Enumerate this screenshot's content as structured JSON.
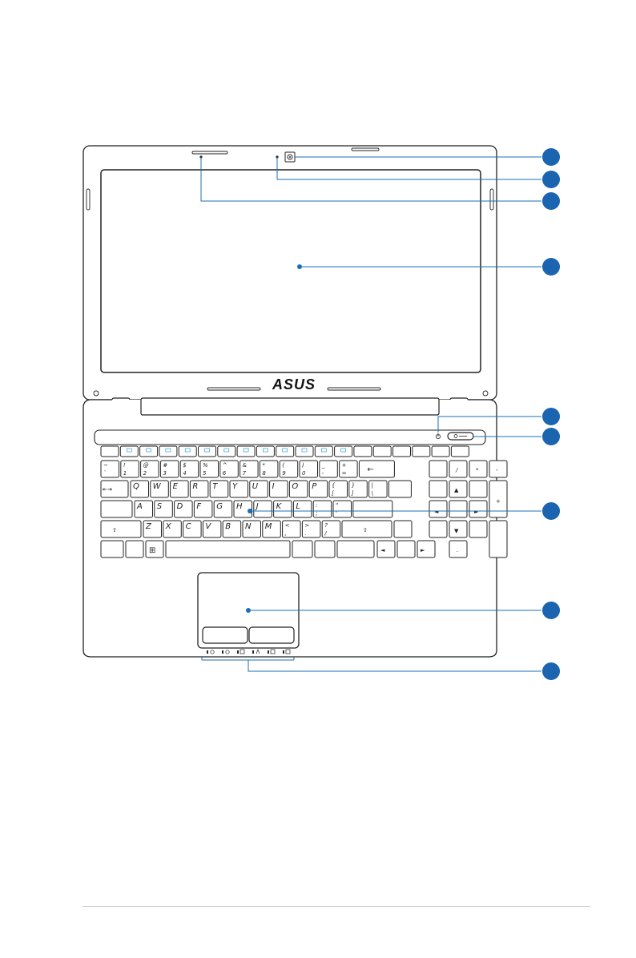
{
  "brand": {
    "logo_text": "ASUS"
  },
  "keyboard": {
    "row1": [
      {
        "top": "~",
        "bottom": "`"
      },
      {
        "top": "!",
        "bottom": "1"
      },
      {
        "top": "@",
        "bottom": "2"
      },
      {
        "top": "#",
        "bottom": "3"
      },
      {
        "top": "$",
        "bottom": "4"
      },
      {
        "top": "%",
        "bottom": "5"
      },
      {
        "top": "^",
        "bottom": "6"
      },
      {
        "top": "&",
        "bottom": "7"
      },
      {
        "top": "*",
        "bottom": "8"
      },
      {
        "top": "(",
        "bottom": "9"
      },
      {
        "top": ")",
        "bottom": "0"
      },
      {
        "top": "_",
        "bottom": "-"
      },
      {
        "top": "+",
        "bottom": "="
      }
    ],
    "row2": [
      "Q",
      "W",
      "E",
      "R",
      "T",
      "Y",
      "U",
      "I",
      "O",
      "P"
    ],
    "row2_extra": [
      {
        "top": "{",
        "bottom": "["
      },
      {
        "top": "}",
        "bottom": "]"
      },
      {
        "top": "|",
        "bottom": "\\"
      }
    ],
    "row3": [
      "A",
      "S",
      "D",
      "F",
      "G",
      "H",
      "J",
      "K",
      "L"
    ],
    "row3_extra": [
      {
        "top": ":",
        "bottom": ";"
      },
      {
        "top": "\"",
        "bottom": "'"
      }
    ],
    "row4": [
      "Z",
      "X",
      "C",
      "V",
      "B",
      "N",
      "M"
    ],
    "row4_extra": [
      {
        "top": "<",
        "bottom": ","
      },
      {
        "top": ">",
        "bottom": "."
      },
      {
        "top": "?",
        "bottom": "/"
      }
    ],
    "numpad": {
      "slash": "/",
      "star": "*",
      "minus": "-",
      "plus": "+",
      "dot": "."
    },
    "icons": {
      "backspace": "←",
      "tab": "⇤⇥",
      "shift": "⇧",
      "arrow_up": "▲",
      "arrow_down": "▼",
      "arrow_left": "◄",
      "arrow_right": "►",
      "windows": "⊞"
    }
  }
}
